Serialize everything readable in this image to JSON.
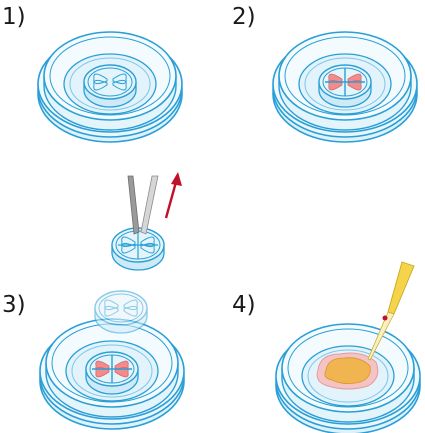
{
  "steps": [
    {
      "label": "1)"
    },
    {
      "label": "2)"
    },
    {
      "label": "3)"
    },
    {
      "label": "4)"
    }
  ],
  "colors": {
    "dish_outline": "#2a9fd6",
    "dish_fill": "#e6f5fc",
    "insert_fill": "#d5eef9",
    "tissue_pink": "#f28b8b",
    "arrow_red": "#c0102a",
    "gel_orange": "#f0b450",
    "gel_halo": "#f4c4c4",
    "forceps_gray": "#8c8c8c",
    "pipette_yellow": "#f5d44a"
  },
  "icons": [
    "culture-dish-icon",
    "cell-insert-icon",
    "forceps-icon",
    "pipette-icon",
    "up-arrow-icon"
  ]
}
